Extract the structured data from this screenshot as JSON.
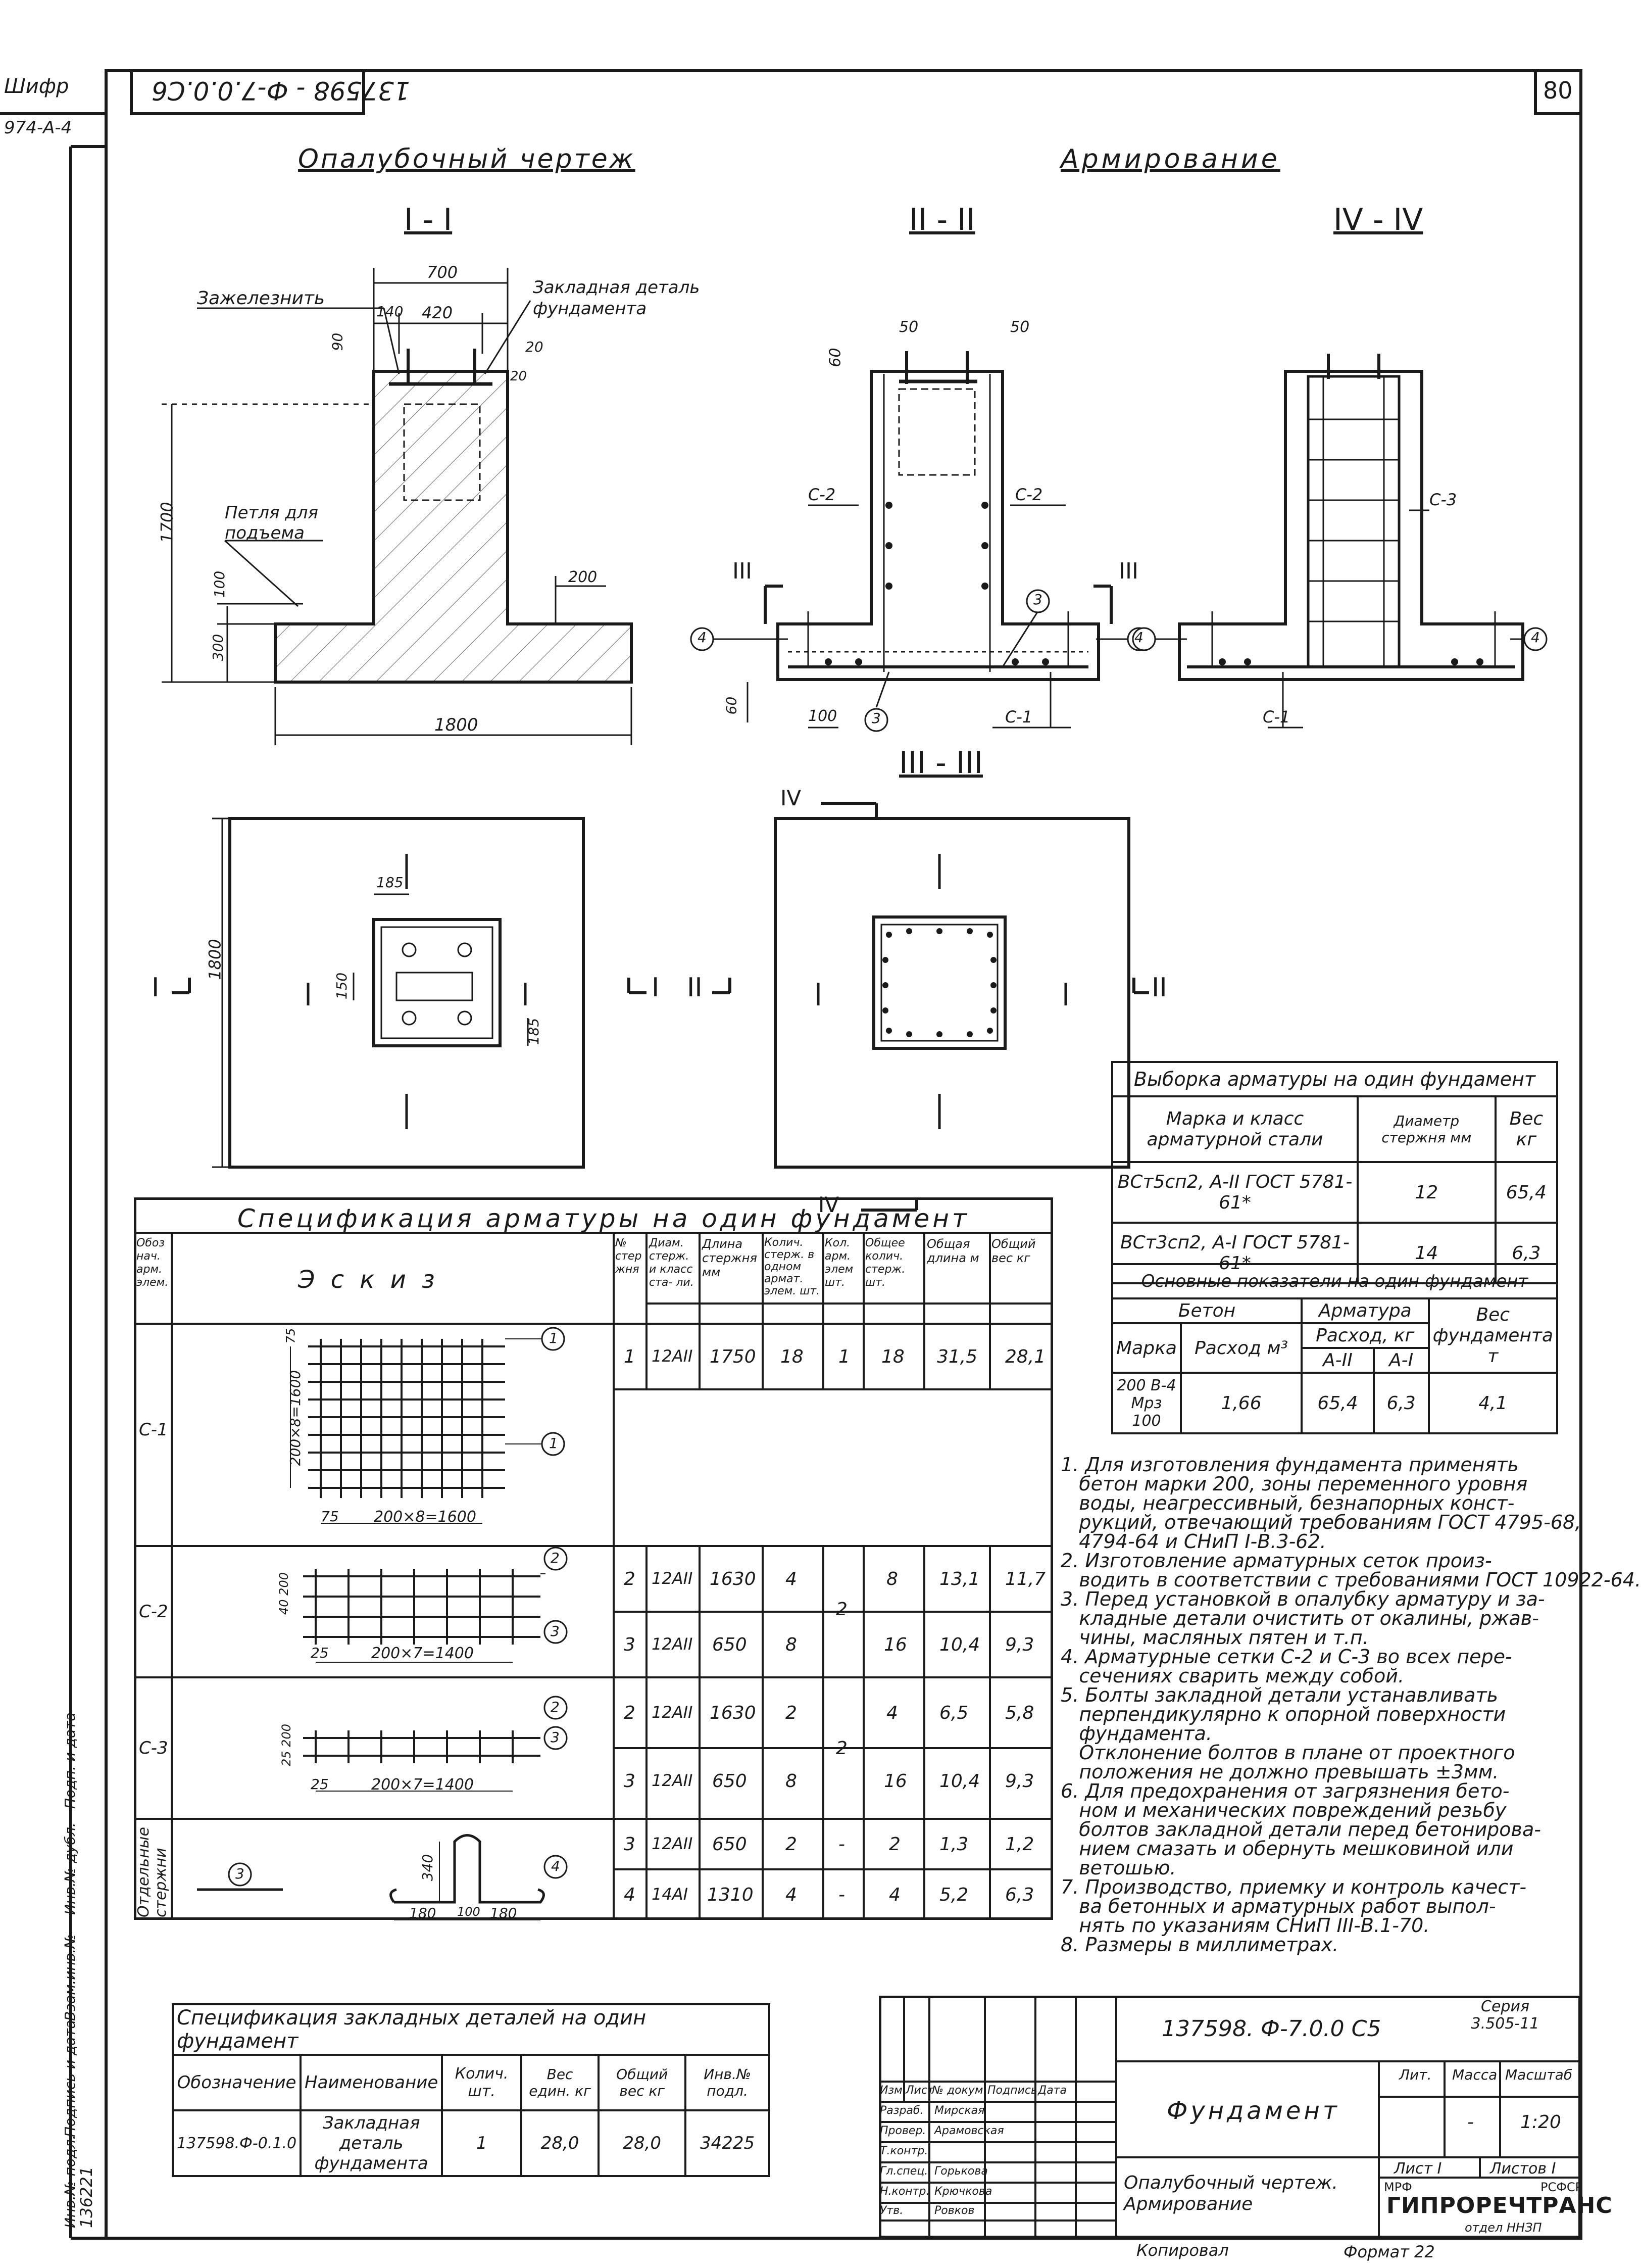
{
  "sheet": {
    "cipher_label": "Шифр",
    "cipher_value": "974-А-4",
    "top_number": "137598 - Ф-7.0.0.С6",
    "page_number": "80",
    "side_labels": [
      "Инв.№ подл.",
      "Подпись и дата",
      "Взам.инв.№",
      "Инв.№ дубл.",
      "Подп. и дата"
    ],
    "side_number": "136221"
  },
  "headings": {
    "formwork": "Опалубочный чертеж",
    "reinforcement": "Армирование",
    "sec1": "I - I",
    "sec2": "II - II",
    "sec4": "IV - IV",
    "sec3": "III - III"
  },
  "section1": {
    "note_steel": "Зажелезнить",
    "note_embedded": "Закладная деталь фундамента",
    "note_loop": "Петля для подъема",
    "dims": {
      "d700": "700",
      "d140": "140",
      "d420": "420",
      "d90": "90",
      "d20a": "20",
      "d20b": "20",
      "d1700": "1700",
      "d100": "100",
      "d300": "300",
      "d200": "200",
      "d1800": "1800"
    }
  },
  "section2": {
    "d50a": "50",
    "d50b": "50",
    "d60": "60",
    "d100": "100",
    "d60b": "60",
    "c2a": "С-2",
    "c2b": "С-2",
    "c1": "С-1",
    "m3a": "3",
    "m3b": "3",
    "m4a": "4",
    "m4b": "4",
    "cut": "III"
  },
  "section4": {
    "c3": "С-3",
    "c1": "С-1",
    "m4a": "4",
    "m4b": "4"
  },
  "plan": {
    "d1800": "1800",
    "d185a": "185",
    "d150": "150",
    "d185b": "185",
    "cut1a": "I",
    "cut1b": "I",
    "cut2a": "II",
    "cut2b": "II",
    "cut4a": "IV",
    "cut4b": "IV"
  },
  "rebar_selection": {
    "title": "Выборка арматуры на один фундамент",
    "header": [
      "Марка и класс арматурной стали",
      "Диаметр стержня мм",
      "Вес кг"
    ],
    "rows": [
      {
        "name": "ВСт5сп2, А-II ГОСТ 5781-61*",
        "diameter": "12",
        "weight": "65,4"
      },
      {
        "name": "ВСт3сп2, А-I ГОСТ 5781-61*",
        "diameter": "14",
        "weight": "6,3"
      }
    ]
  },
  "main_indicators": {
    "title": "Основные показатели на один фундамент",
    "h_concrete": "Бетон",
    "h_rebar": "Арматура",
    "h_weight": "Вес фундамента т",
    "h_grade": "Марка",
    "h_volume": "Расход м³",
    "h_usage": "Расход, кг",
    "h_a2": "А-II",
    "h_a1": "А-I",
    "grade": "200 В-4 Мрз 100",
    "volume": "1,66",
    "a2": "65,4",
    "a1": "6,3",
    "weight": "4,1"
  },
  "notes": [
    "1. Для изготовления фундамента применять",
    "   бетон марки 200, зоны переменного уровня",
    "   воды, неагрессивный, безнапорных конст-",
    "   рукций, отвечающий требованиям ГОСТ 4795-68,",
    "   4794-64 и СНиП I-В.3-62.",
    "2. Изготовление арматурных сеток произ-",
    "   водить в соответствии с требованиями ГОСТ 10922-64.",
    "3. Перед установкой в опалубку арматуру и за-",
    "   кладные детали очистить от окалины, ржав-",
    "   чины, масляных пятен и т.п.",
    "4. Арматурные сетки С-2 и С-3 во всех пере-",
    "   сечениях сварить между собой.",
    "5. Болты закладной детали устанавливать",
    "   перпендикулярно к опорной поверхности",
    "   фундамента.",
    "   Отклонение болтов в плане от проектного",
    "   положения не должно превышать ±3мм.",
    "6. Для предохранения от загрязнения бето-",
    "   ном и механических повреждений резьбу",
    "   болтов закладной детали перед бетонирова-",
    "   нием смазать и обернуть мешковиной или",
    "   ветошью.",
    "7. Производство, приемку и контроль качест-",
    "   ва бетонных и арматурных работ выпол-",
    "   нять по указаниям СНиП III-В.1-70.",
    "8. Размеры в миллиметрах."
  ],
  "spec": {
    "title": "Спецификация арматуры на один фундамент",
    "header": {
      "mark": "Обоз нач. арм. элем.",
      "sketch": "Э с к и з",
      "no": "№ стер жня",
      "diam": "Диам. стерж. и класс ста- ли.",
      "length": "Длина стержня мм",
      "count": "Колич. стерж. в одном армат. элем. шт.",
      "elem": "Кол. арм. элем шт.",
      "total": "Общее колич. стерж. шт.",
      "tlen": "Общая длина м",
      "tweight": "Общий вес кг"
    },
    "c1": {
      "mark": "С-1",
      "dim_top": "75",
      "dim_v": "200×8=1600",
      "dim_b1": "75",
      "dim_b2": "200×8=1600",
      "m1a": "1",
      "m1b": "1",
      "row": [
        "1",
        "12АII",
        "1750",
        "18",
        "1",
        "18",
        "31,5",
        "28,1"
      ]
    },
    "c2": {
      "mark": "С-2",
      "dim_v": "40 200",
      "dim_b1": "25",
      "dim_b2": "200×7=1400",
      "m2": "2",
      "m3": "3",
      "elem": "2",
      "rows": [
        [
          "2",
          "12АII",
          "1630",
          "4",
          "8",
          "13,1",
          "11,7"
        ],
        [
          "3",
          "12АII",
          "650",
          "8",
          "16",
          "10,4",
          "9,3"
        ]
      ]
    },
    "c3": {
      "mark": "С-3",
      "dim_v": "25 200",
      "dim_b1": "25",
      "dim_b2": "200×7=1400",
      "m2": "2",
      "m3": "3",
      "elem": "2",
      "rows": [
        [
          "2",
          "12АII",
          "1630",
          "2",
          "4",
          "6,5",
          "5,8"
        ],
        [
          "3",
          "12АII",
          "650",
          "8",
          "16",
          "10,4",
          "9,3"
        ]
      ]
    },
    "sep": {
      "mark": "Отдельные стержни",
      "m3": "3",
      "m4": "4",
      "d340": "340",
      "d180a": "180",
      "d100": "100",
      "d180b": "180",
      "rows": [
        [
          "3",
          "12АII",
          "650",
          "2",
          "-",
          "2",
          "1,3",
          "1,2"
        ],
        [
          "4",
          "14АI",
          "1310",
          "4",
          "-",
          "4",
          "5,2",
          "6,3"
        ]
      ]
    }
  },
  "embedded_spec": {
    "title": "Спецификация закладных деталей на один фундамент",
    "header": [
      "Обозначение",
      "Наименование",
      "Колич. шт.",
      "Вес един. кг",
      "Общий вес кг",
      "Инв.№ подл."
    ],
    "row": [
      "137598.Ф-0.1.0",
      "Закладная деталь фундамента",
      "1",
      "28,0",
      "28,0",
      "34225"
    ]
  },
  "title_block": {
    "doc_number": "137598. Ф-7.0.0 С5",
    "series": "Серия 3.505-11",
    "cols": [
      "Изм.",
      "Лист",
      "№ докум.",
      "Подпись",
      "Дата"
    ],
    "roles": [
      "Разраб.",
      "Провер.",
      "Т.контр.",
      "Гл.спец.",
      "Н.контр.",
      "Утв."
    ],
    "people": [
      "Мирская",
      "Арамовская",
      "",
      "Горькова",
      "Крючкова",
      "Ровков"
    ],
    "name": "Фундамент",
    "subtitle": "Опалубочный чертеж. Армирование",
    "h_lit": "Лит.",
    "h_mass": "Масса",
    "h_scale": "Масштаб",
    "mass": "-",
    "scale": "1:20",
    "sheet": "Лист I",
    "sheets": "Листов I",
    "org_top_left": "МРФ",
    "org_top_right": "РСФСР",
    "org": "ГИПРОРЕЧТРАНС",
    "org_dept": "отдел ННЗП",
    "copied": "Копировал",
    "format": "Формат 22"
  }
}
